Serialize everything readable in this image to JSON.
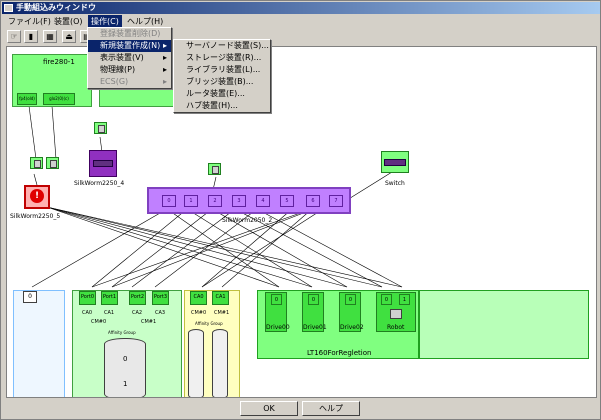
{
  "window": {
    "title": "手動組込みウィンドウ"
  },
  "menubar": {
    "items": [
      "ファイル(F)",
      "装置(O)",
      "操作(C)",
      "ヘルプ(H)"
    ]
  },
  "toolbar": {
    "icons": [
      "hand-icon",
      "trash-icon",
      "grid-icon",
      "eject-icon",
      "prop-icon"
    ]
  },
  "operation_menu": {
    "items": [
      {
        "label": "登録装置削除(D)",
        "disabled": true
      },
      {
        "label": "新規装置作成(N)",
        "selected": true,
        "submenu": true
      },
      {
        "label": "表示装置(V)",
        "submenu": true
      },
      {
        "label": "物理線(P)",
        "submenu": true
      },
      {
        "label": "ECS(G)",
        "disabled": true,
        "submenu": true
      }
    ]
  },
  "new_device_submenu": {
    "items": [
      "サーバノード装置(S)...",
      "ストレージ装置(R)...",
      "ライブラリ装置(L)...",
      "ブリッジ装置(B)...",
      "ルータ装置(E)...",
      "ハブ装置(H)..."
    ]
  },
  "canvas": {
    "server": {
      "name": "fire280-1",
      "ports": [
        "fp4(old)",
        "glo2(0)(c)"
      ]
    },
    "switch_sw4": "SilkWorm2250_4",
    "switch_sw5": "SilkWorm2250_5",
    "switch_main": {
      "name": "SilkWorm2050_2",
      "ports": [
        "0",
        "1",
        "2",
        "3",
        "4",
        "5",
        "6",
        "7"
      ]
    },
    "switch_label": "Switch",
    "storage1": {
      "port": "0"
    },
    "storage2": {
      "ports": [
        "Port0",
        "Port1",
        "Port2",
        "Port3"
      ],
      "ca": [
        "CA0",
        "CA1",
        "CA2",
        "CA3"
      ],
      "cm": [
        "CM#0",
        "CM#1"
      ],
      "affinity": "Affinity Group",
      "disks": [
        "0",
        "1"
      ]
    },
    "storage3": {
      "ca": [
        "CA0",
        "CA1"
      ],
      "cm": [
        "CM#0",
        "CM#1"
      ],
      "affinity": "Affinity Group"
    },
    "library": {
      "name": "LT160ForRegletion",
      "drives": [
        {
          "port": "0",
          "label": "Drive00"
        },
        {
          "port": "0",
          "label": "Drive01"
        },
        {
          "port": "0",
          "label": "Drive02"
        }
      ],
      "robot": {
        "port": "0",
        "label": "Robot"
      },
      "robot_port2": "1"
    }
  },
  "buttons": {
    "ok": "OK",
    "help": "ヘルプ"
  }
}
